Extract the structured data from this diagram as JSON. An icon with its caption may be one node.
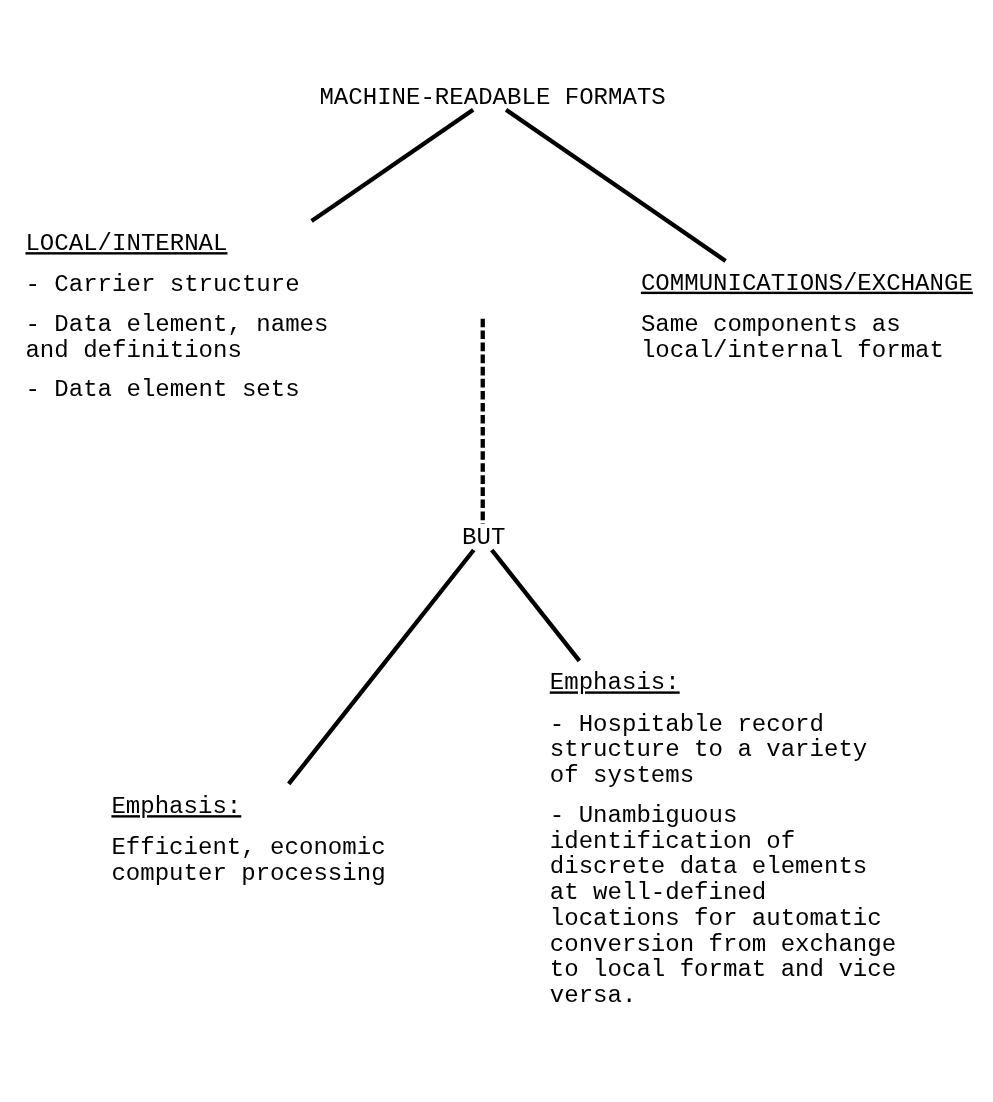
{
  "diagram": {
    "nodes": [
      {
        "text": [
          "MACHINE-READABLE FORMATS"
        ]
      },
      {
        "text": [
          "LOCAL/INTERNAL",
          "- Carrier structure",
          "- Data element, names and definitions",
          "- Data element sets"
        ]
      },
      {
        "text": [
          "COMMUNICATIONS/EXCHANGE",
          "Same components as local/internal format"
        ]
      },
      {
        "text": [
          "BUT"
        ]
      },
      {
        "text": [
          "Emphasis:",
          "Efficient, economic computer processing"
        ]
      },
      {
        "text": [
          "Emphasis:",
          "- Hospitable record structure to a variety of systems",
          "- Unambiguous identification of discrete data elements at well-defined locations for automatic conversion from exchange to local format and vice versa."
        ]
      }
    ],
    "edges": [
      {
        "from": 0,
        "to": 1,
        "arrow": "none"
      },
      {
        "from": 0,
        "to": 2,
        "arrow": "none"
      },
      {
        "from": null,
        "to": 3,
        "arrow": "none",
        "style": "dashed"
      },
      {
        "from": 3,
        "to": 4,
        "arrow": "none"
      },
      {
        "from": 3,
        "to": 5,
        "arrow": "none"
      }
    ]
  }
}
